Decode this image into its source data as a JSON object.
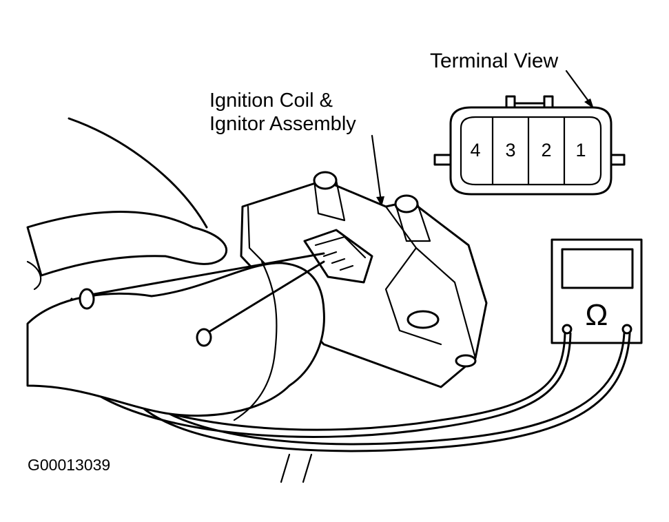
{
  "labels": {
    "terminal_view": "Terminal View",
    "component_line1": "Ignition Coil &",
    "component_line2": "Ignitor Assembly",
    "figure_id": "G00013039"
  },
  "terminal_pins": [
    "4",
    "3",
    "2",
    "1"
  ],
  "meter": {
    "symbol": "Ω",
    "icon": "ohmmeter-icon"
  }
}
